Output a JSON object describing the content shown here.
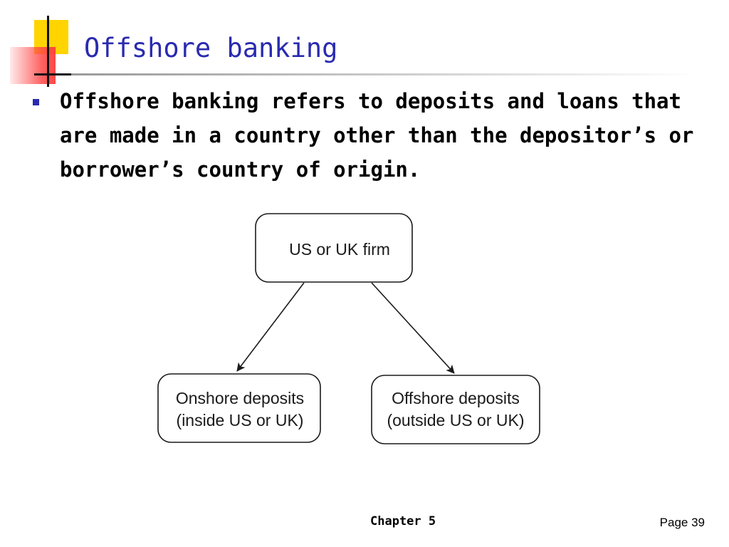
{
  "slide": {
    "title": "Offshore banking",
    "bullets": [
      "Offshore banking refers to deposits and loans that are made in a country other than the depositor’s or borrower’s country of origin."
    ],
    "footer": {
      "chapter": "Chapter 5",
      "page": "Page 39"
    }
  },
  "diagram": {
    "top_node": "US or UK firm",
    "left_node": {
      "line1": "Onshore deposits",
      "line2": "(inside US or UK)"
    },
    "right_node": {
      "line1": "Offshore deposits",
      "line2": "(outside US or UK)"
    }
  },
  "colors": {
    "title": "#2a2ab0",
    "bullet": "#2a2ab0",
    "logo_yellow": "#ffd400",
    "logo_red": "#ff4646"
  }
}
